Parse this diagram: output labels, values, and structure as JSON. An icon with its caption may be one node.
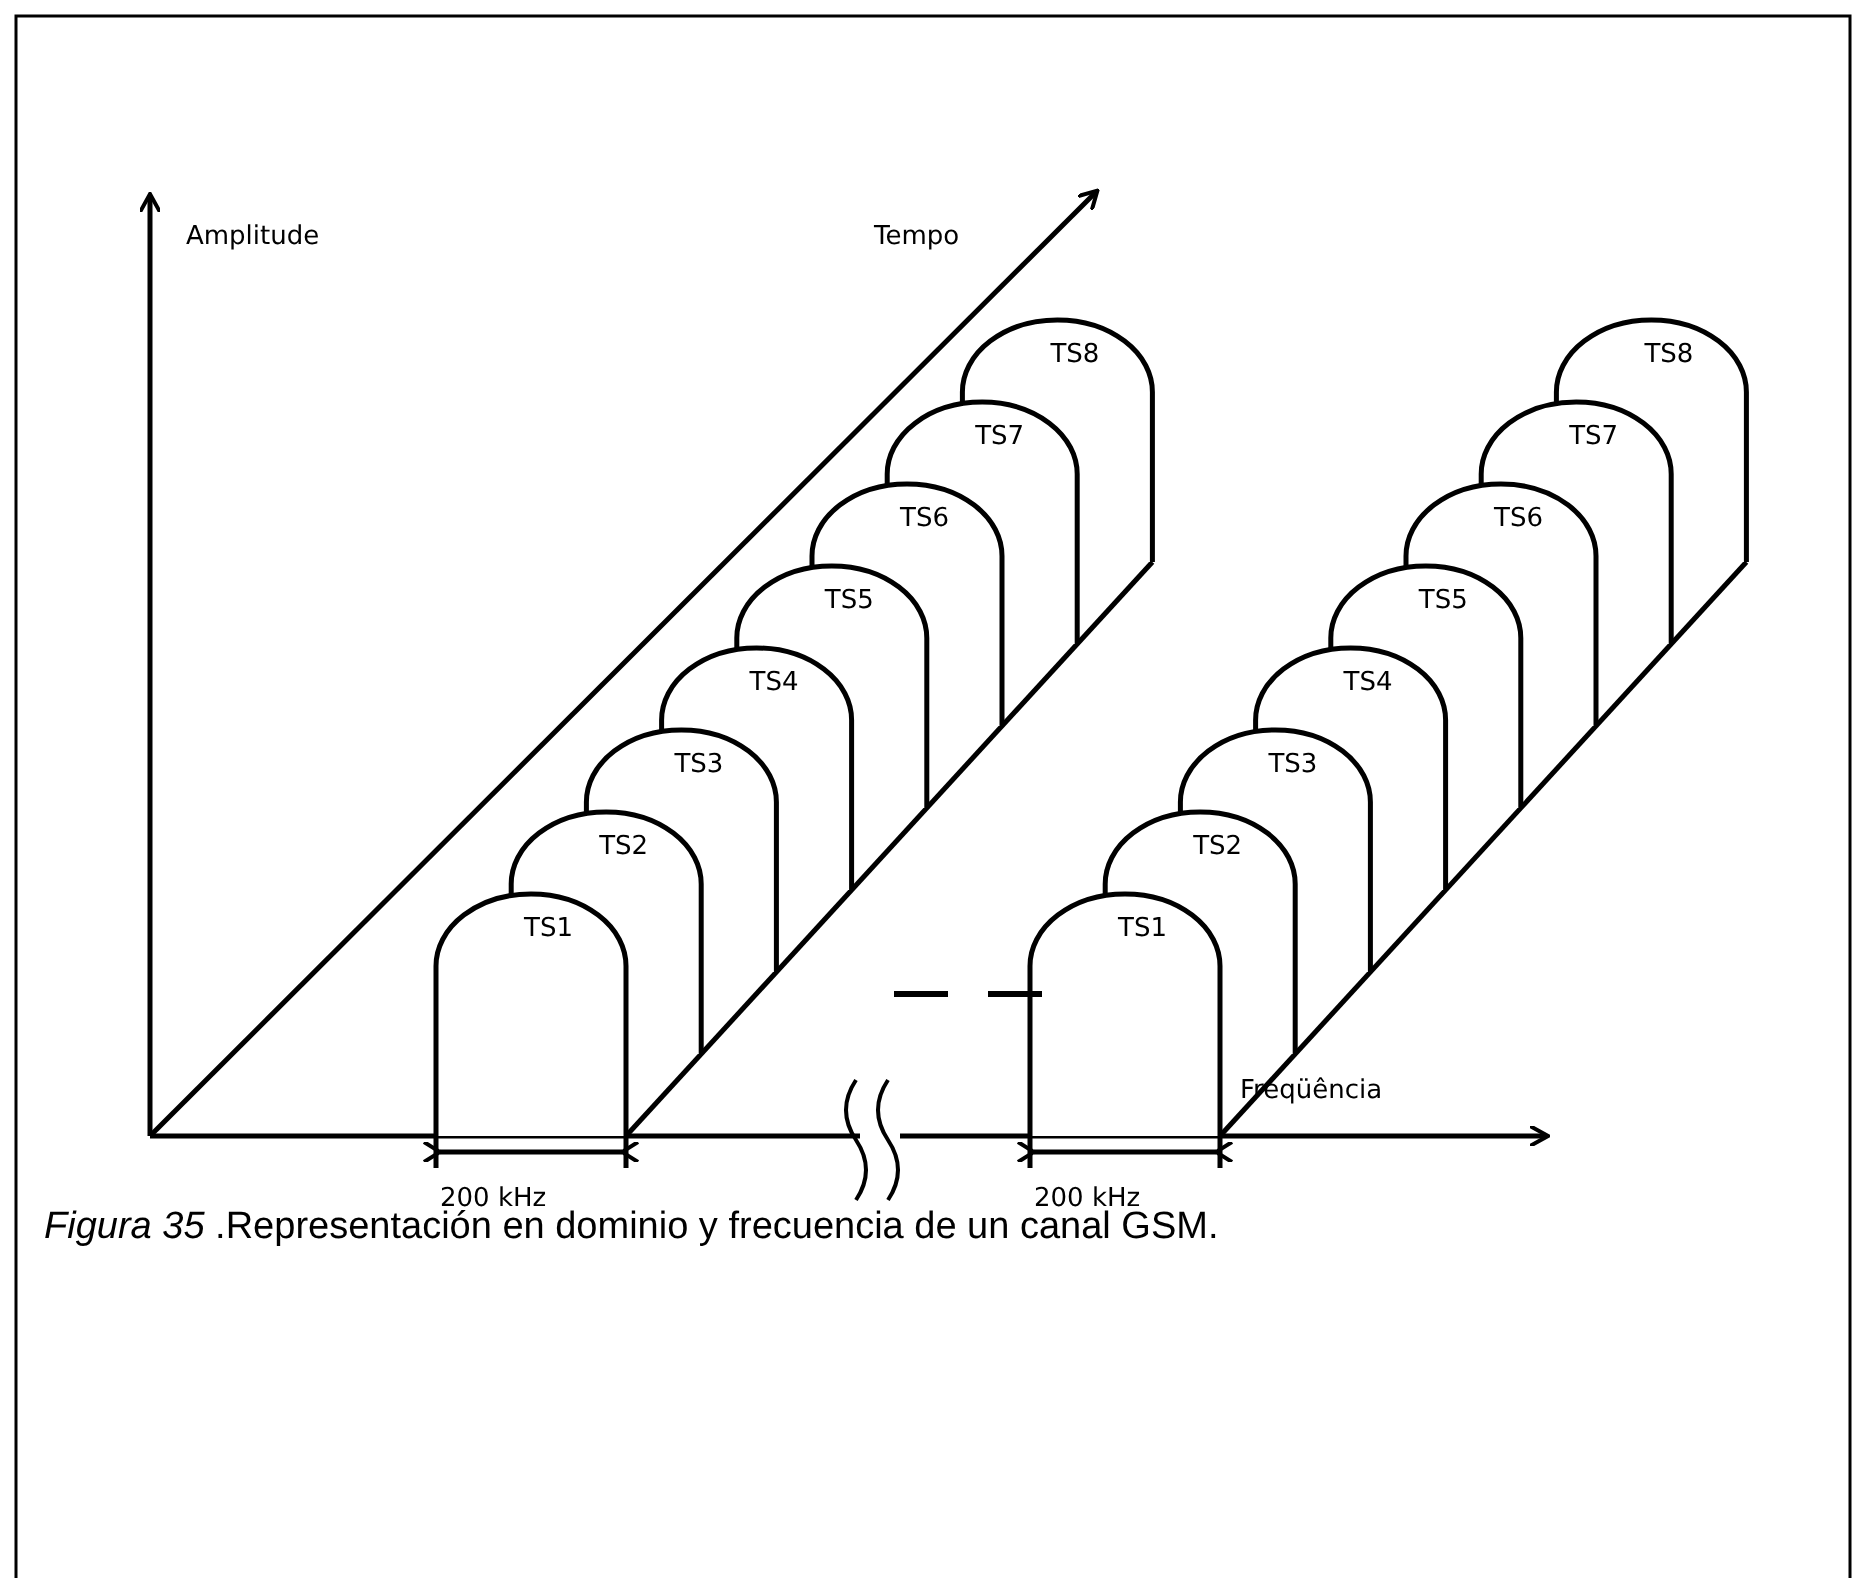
{
  "diagram": {
    "caption": "*Figura 35* .Representación en dominio y frecuencia de un canal GSM.",
    "labels": [
      "Amplitude",
      "Tempo",
      "TS1",
      "TS2",
      "TS3",
      "TS4",
      "TS5",
      "TS6",
      "TS7",
      "TS8",
      "TS1",
      "TS2",
      "TS3",
      "TS4",
      "TS5",
      "TS6",
      "TS7",
      "TS8",
      "Freqüência",
      "200 kHz",
      "200 kHz"
    ]
  }
}
